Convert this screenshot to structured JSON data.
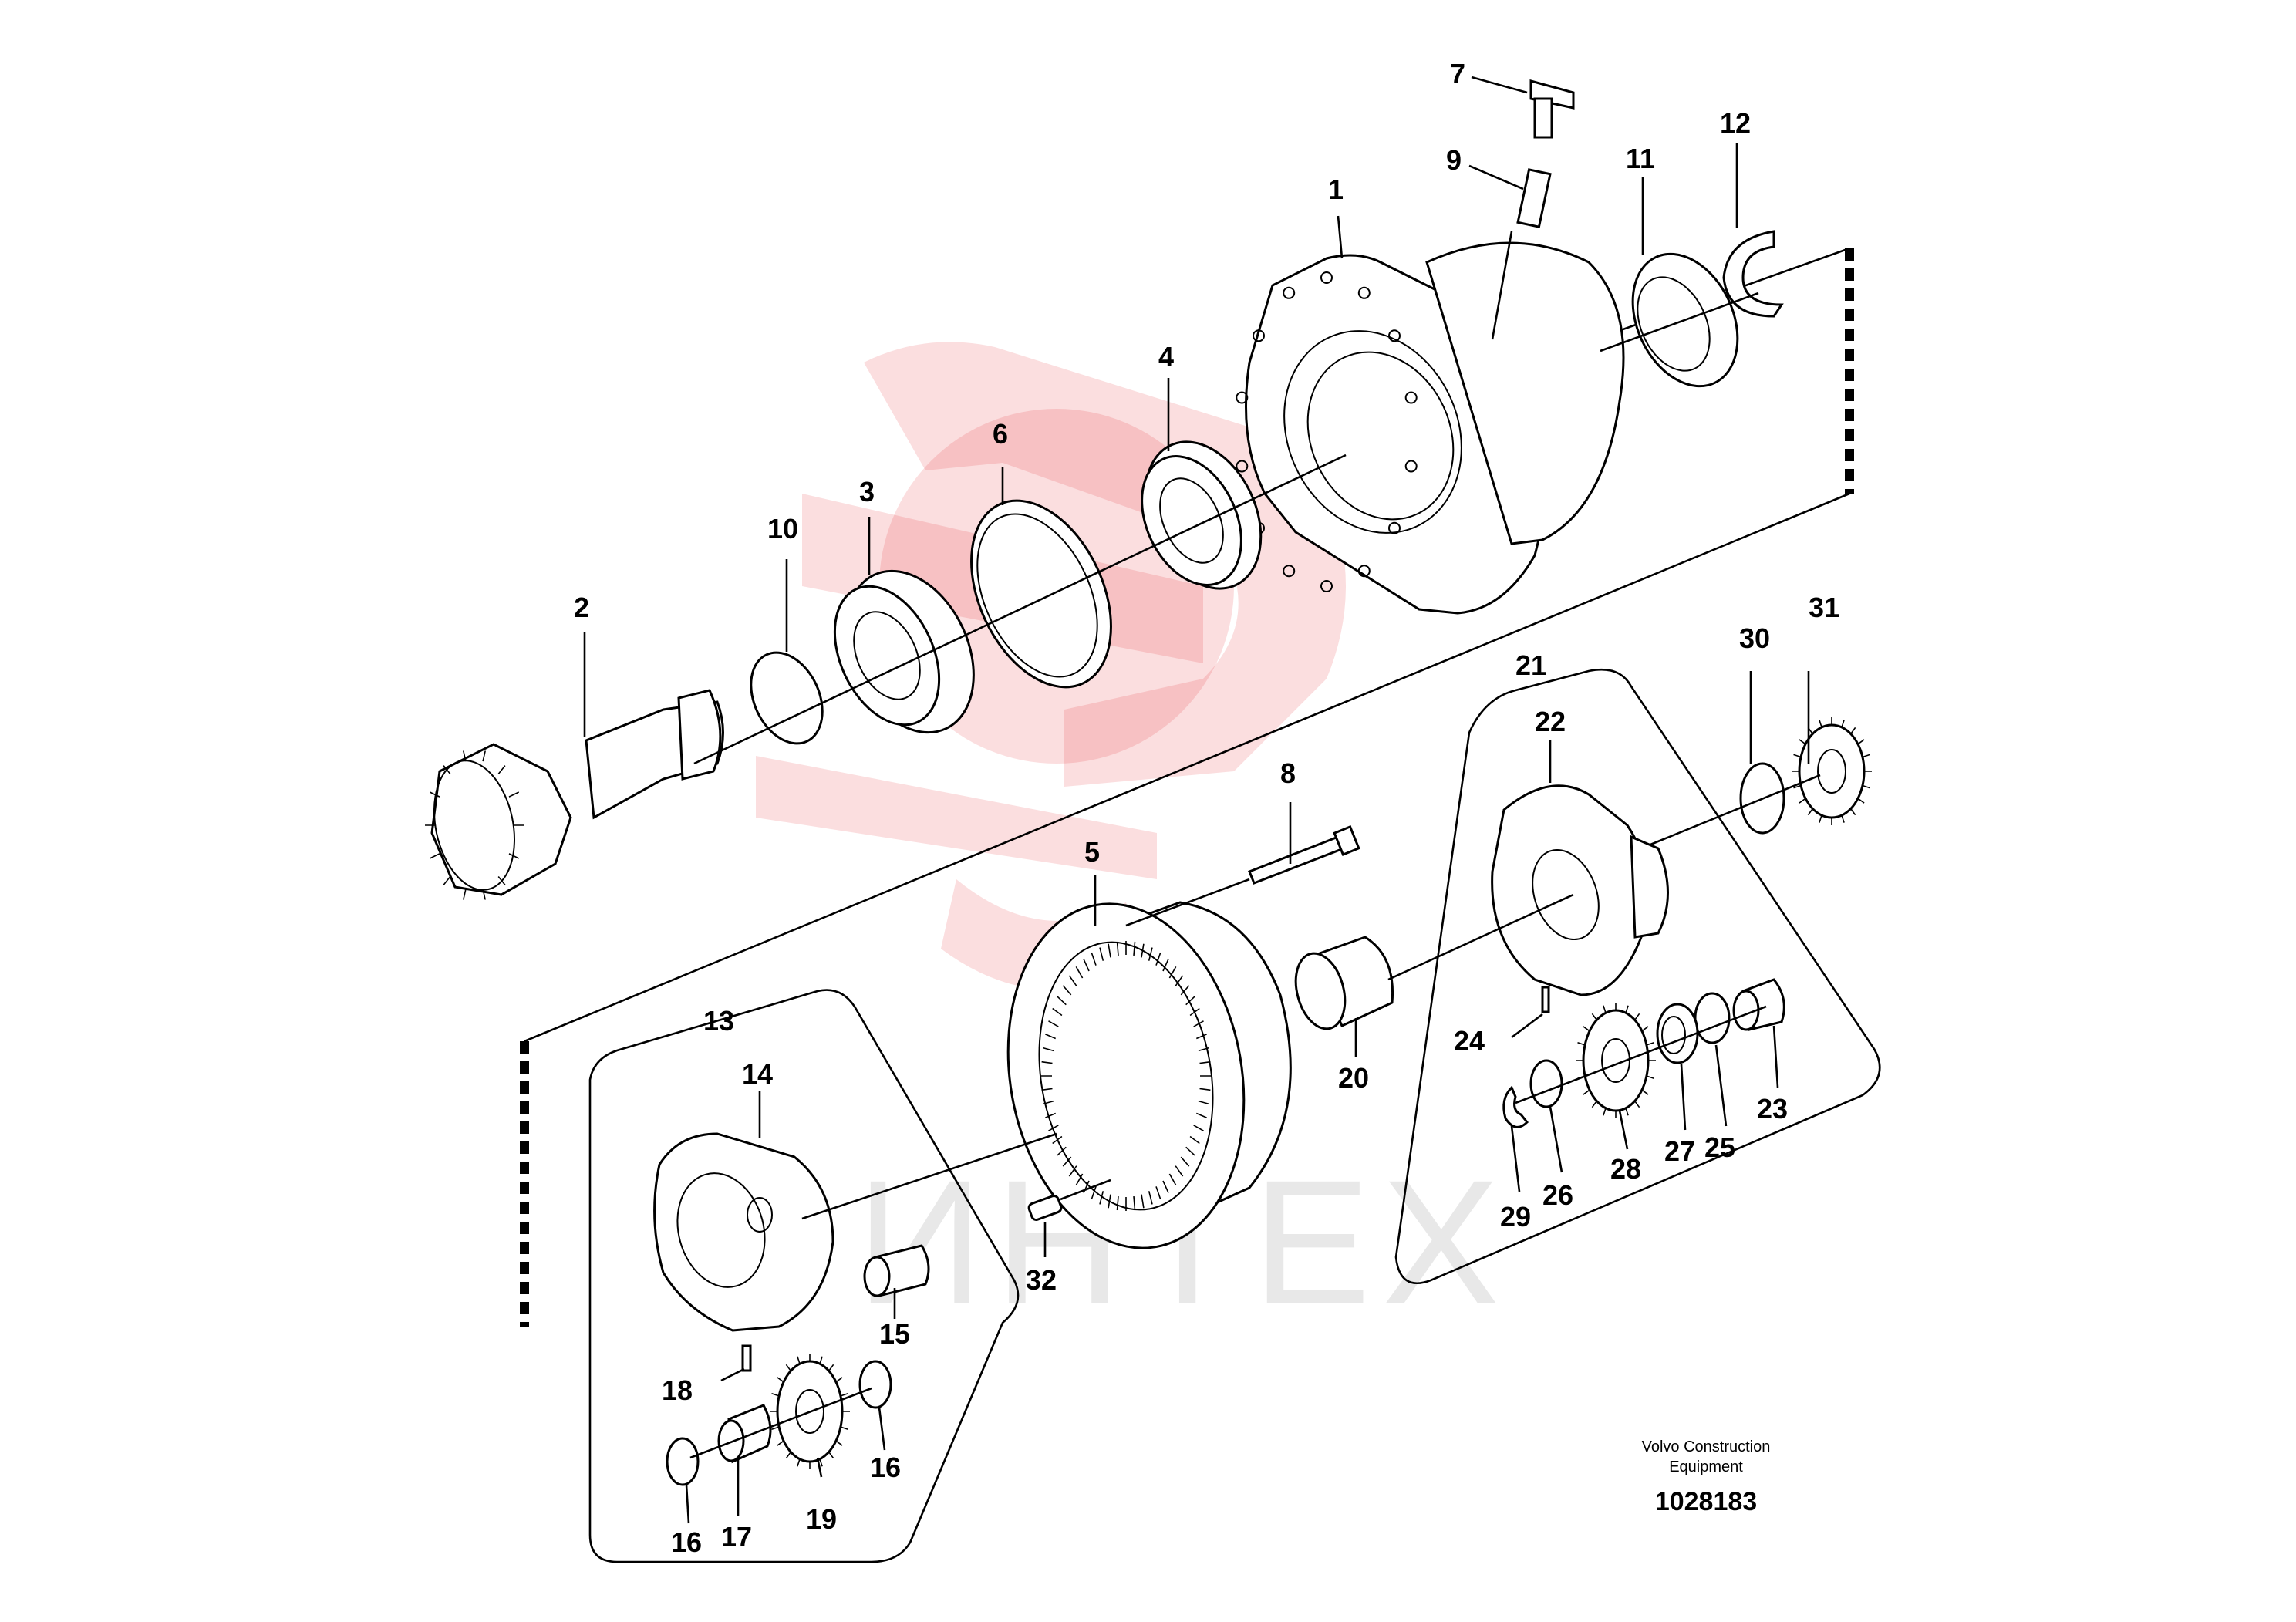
{
  "drawing": {
    "credit_line1": "Volvo Construction",
    "credit_line2": "Equipment",
    "number": "1028183"
  },
  "watermark": {
    "text": "ИНТЕХ",
    "color": "#e3141b"
  },
  "callouts": [
    "1",
    "2",
    "3",
    "4",
    "5",
    "6",
    "7",
    "8",
    "9",
    "10",
    "11",
    "12",
    "13",
    "14",
    "15",
    "16",
    "16",
    "17",
    "18",
    "19",
    "20",
    "21",
    "22",
    "23",
    "24",
    "25",
    "26",
    "27",
    "28",
    "29",
    "30",
    "31",
    "32"
  ]
}
